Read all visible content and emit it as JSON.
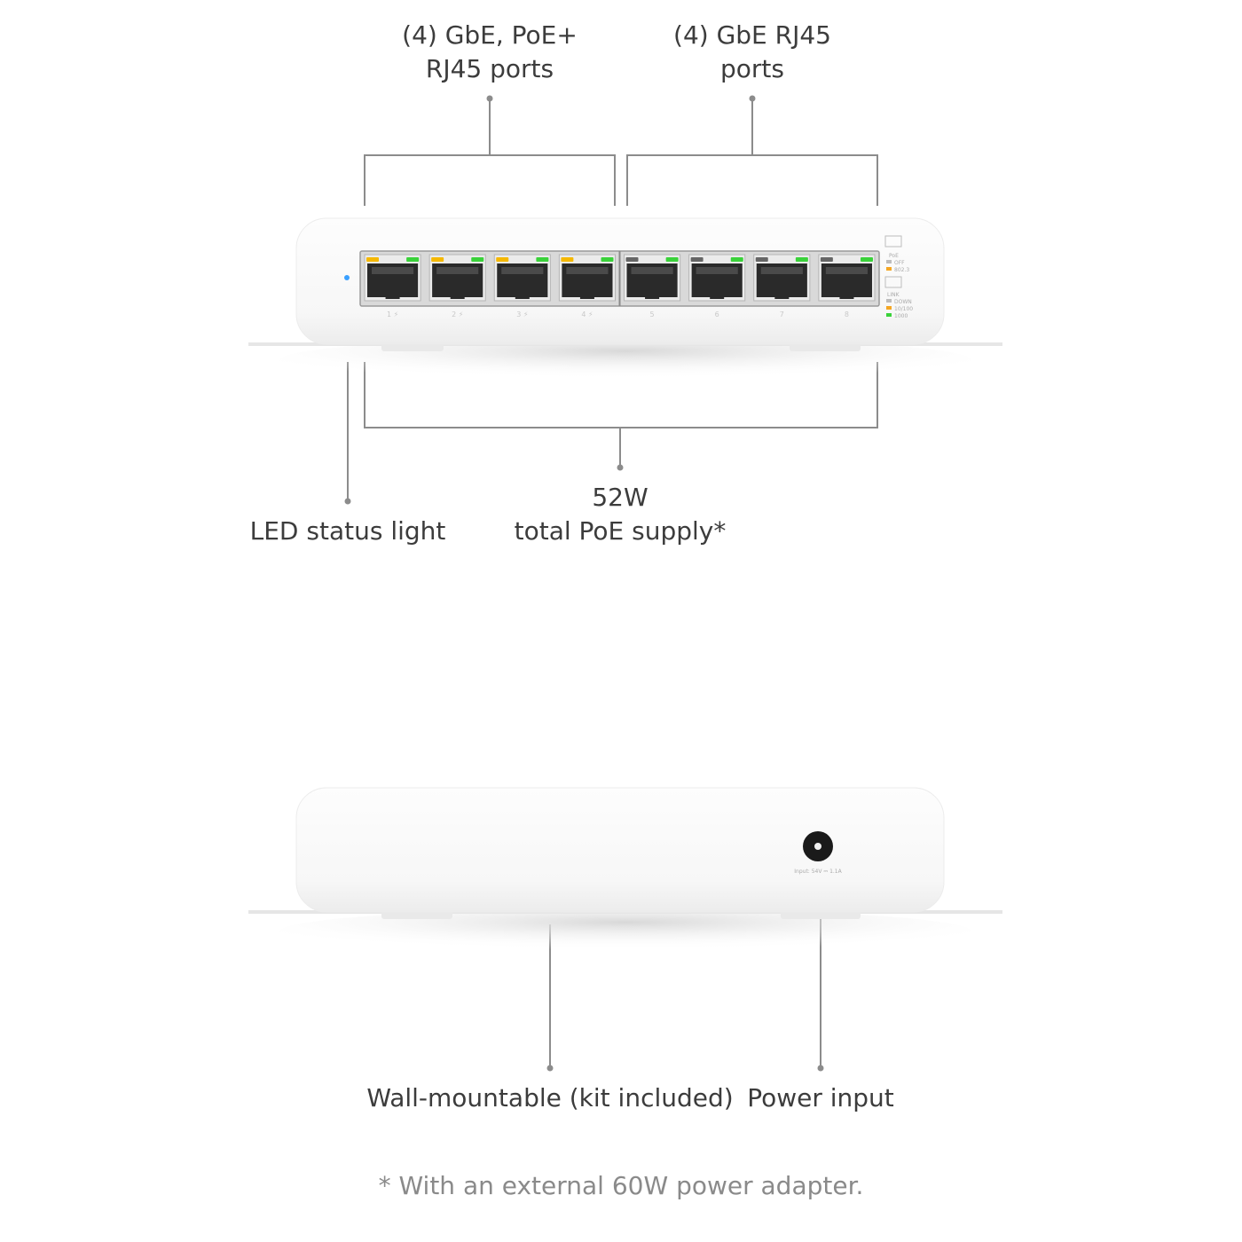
{
  "labels": {
    "poe_ports": [
      "(4) GbE, PoE+",
      "RJ45 ports"
    ],
    "gbe_ports": [
      "(4) GbE RJ45",
      "ports"
    ],
    "led": "LED status light",
    "poe_supply": [
      "52W",
      "total PoE supply*"
    ],
    "wall_mount": "Wall-mountable (kit included)",
    "power_input": "Power input"
  },
  "footnote": "* With an external 60W power adapter.",
  "ports": [
    {
      "label": "1 ⚡",
      "poe": true
    },
    {
      "label": "2 ⚡",
      "poe": true
    },
    {
      "label": "3 ⚡",
      "poe": true
    },
    {
      "label": "4 ⚡",
      "poe": true
    },
    {
      "label": "5",
      "poe": false
    },
    {
      "label": "6",
      "poe": false
    },
    {
      "label": "7",
      "poe": false
    },
    {
      "label": "8",
      "poe": false
    }
  ],
  "legend": {
    "poe_title": "PoE",
    "poe_items": [
      "OFF",
      "802.3"
    ],
    "link_title": "LINK",
    "link_items": [
      "DOWN",
      "10/100",
      "1000"
    ]
  },
  "power_text": "Input: 54V ⎓ 1.1A",
  "colors": {
    "led_blue": "#3aa0ff",
    "led_amber": "#f5b800",
    "led_green": "#3ad23a",
    "line": "#8c8c8c"
  }
}
